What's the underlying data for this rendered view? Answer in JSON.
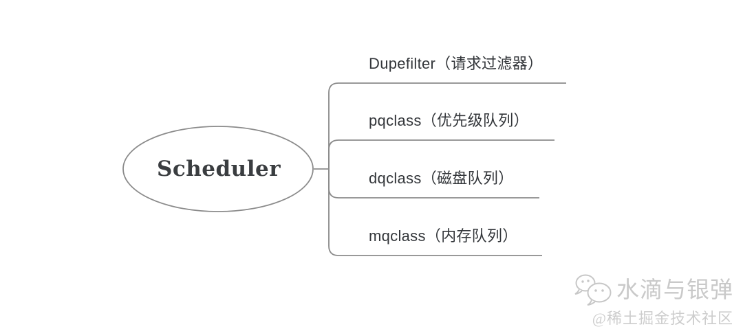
{
  "diagram": {
    "root": {
      "label": "Scheduler"
    },
    "branches": [
      {
        "label": "Dupefilter（请求过滤器）"
      },
      {
        "label": "pqclass（优先级队列）"
      },
      {
        "label": "dqclass（磁盘队列）"
      },
      {
        "label": "mqclass（内存队列）"
      }
    ]
  },
  "watermark": {
    "icon": "wechat-bubbles-icon",
    "brand": "水滴与银弹",
    "community": "@稀土掘金技术社区"
  },
  "colors": {
    "background": "#ffffff",
    "line": "#8b8b8b",
    "node_text": "#3a3d40",
    "branch_text": "#33363a",
    "watermark_text": "#c9c9c9"
  }
}
